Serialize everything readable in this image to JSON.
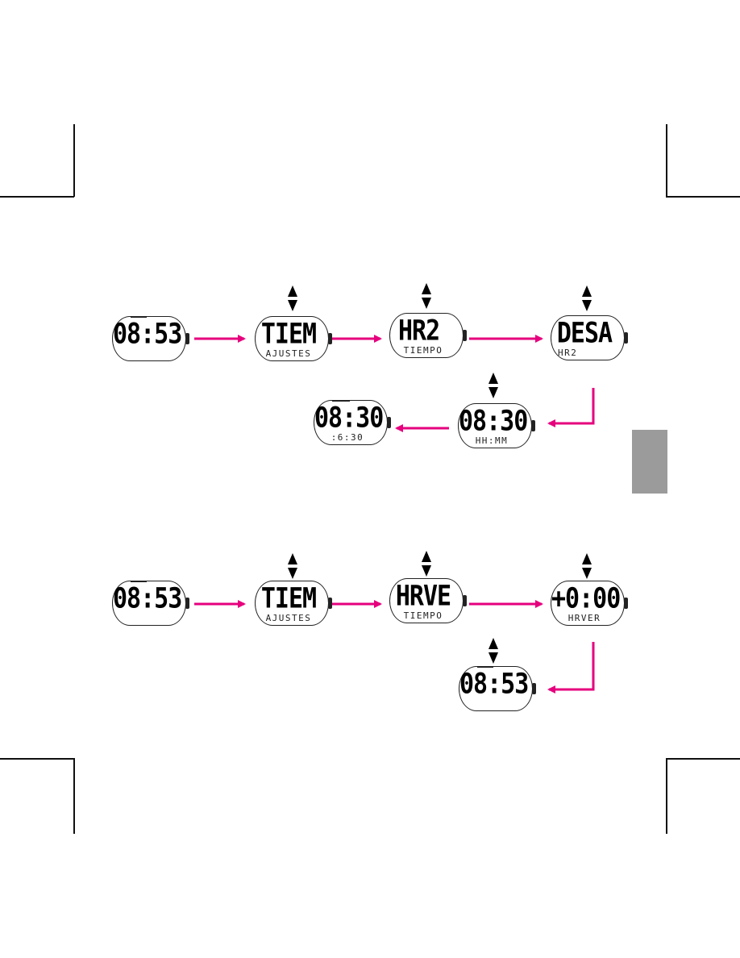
{
  "colors": {
    "arrow": "#e6007e",
    "tab": "#9b9b9b",
    "ink": "#000000"
  },
  "flow_top": {
    "watches": [
      {
        "main": "08:53",
        "sub": ""
      },
      {
        "main": "TIEM",
        "sub": "AJUSTES"
      },
      {
        "main": "HR2",
        "sub": "TIEMPO"
      },
      {
        "main": "DESA",
        "sub": "HR2"
      },
      {
        "main": "08:30",
        "sub": "HH:MM"
      },
      {
        "main": "08:30",
        "sub": ":6:30"
      }
    ]
  },
  "flow_bottom": {
    "watches": [
      {
        "main": "08:53",
        "sub": ""
      },
      {
        "main": "TIEM",
        "sub": "AJUSTES"
      },
      {
        "main": "HRVE",
        "sub": "TIEMPO"
      },
      {
        "main": "+0:00",
        "sub": "HRVER"
      },
      {
        "main": "08:53",
        "sub": ""
      }
    ]
  },
  "icons": {
    "flow_arrow": "right-arrow-icon",
    "updown": "up-down-arrow-icon",
    "watch_button": "watch-button-icon"
  }
}
